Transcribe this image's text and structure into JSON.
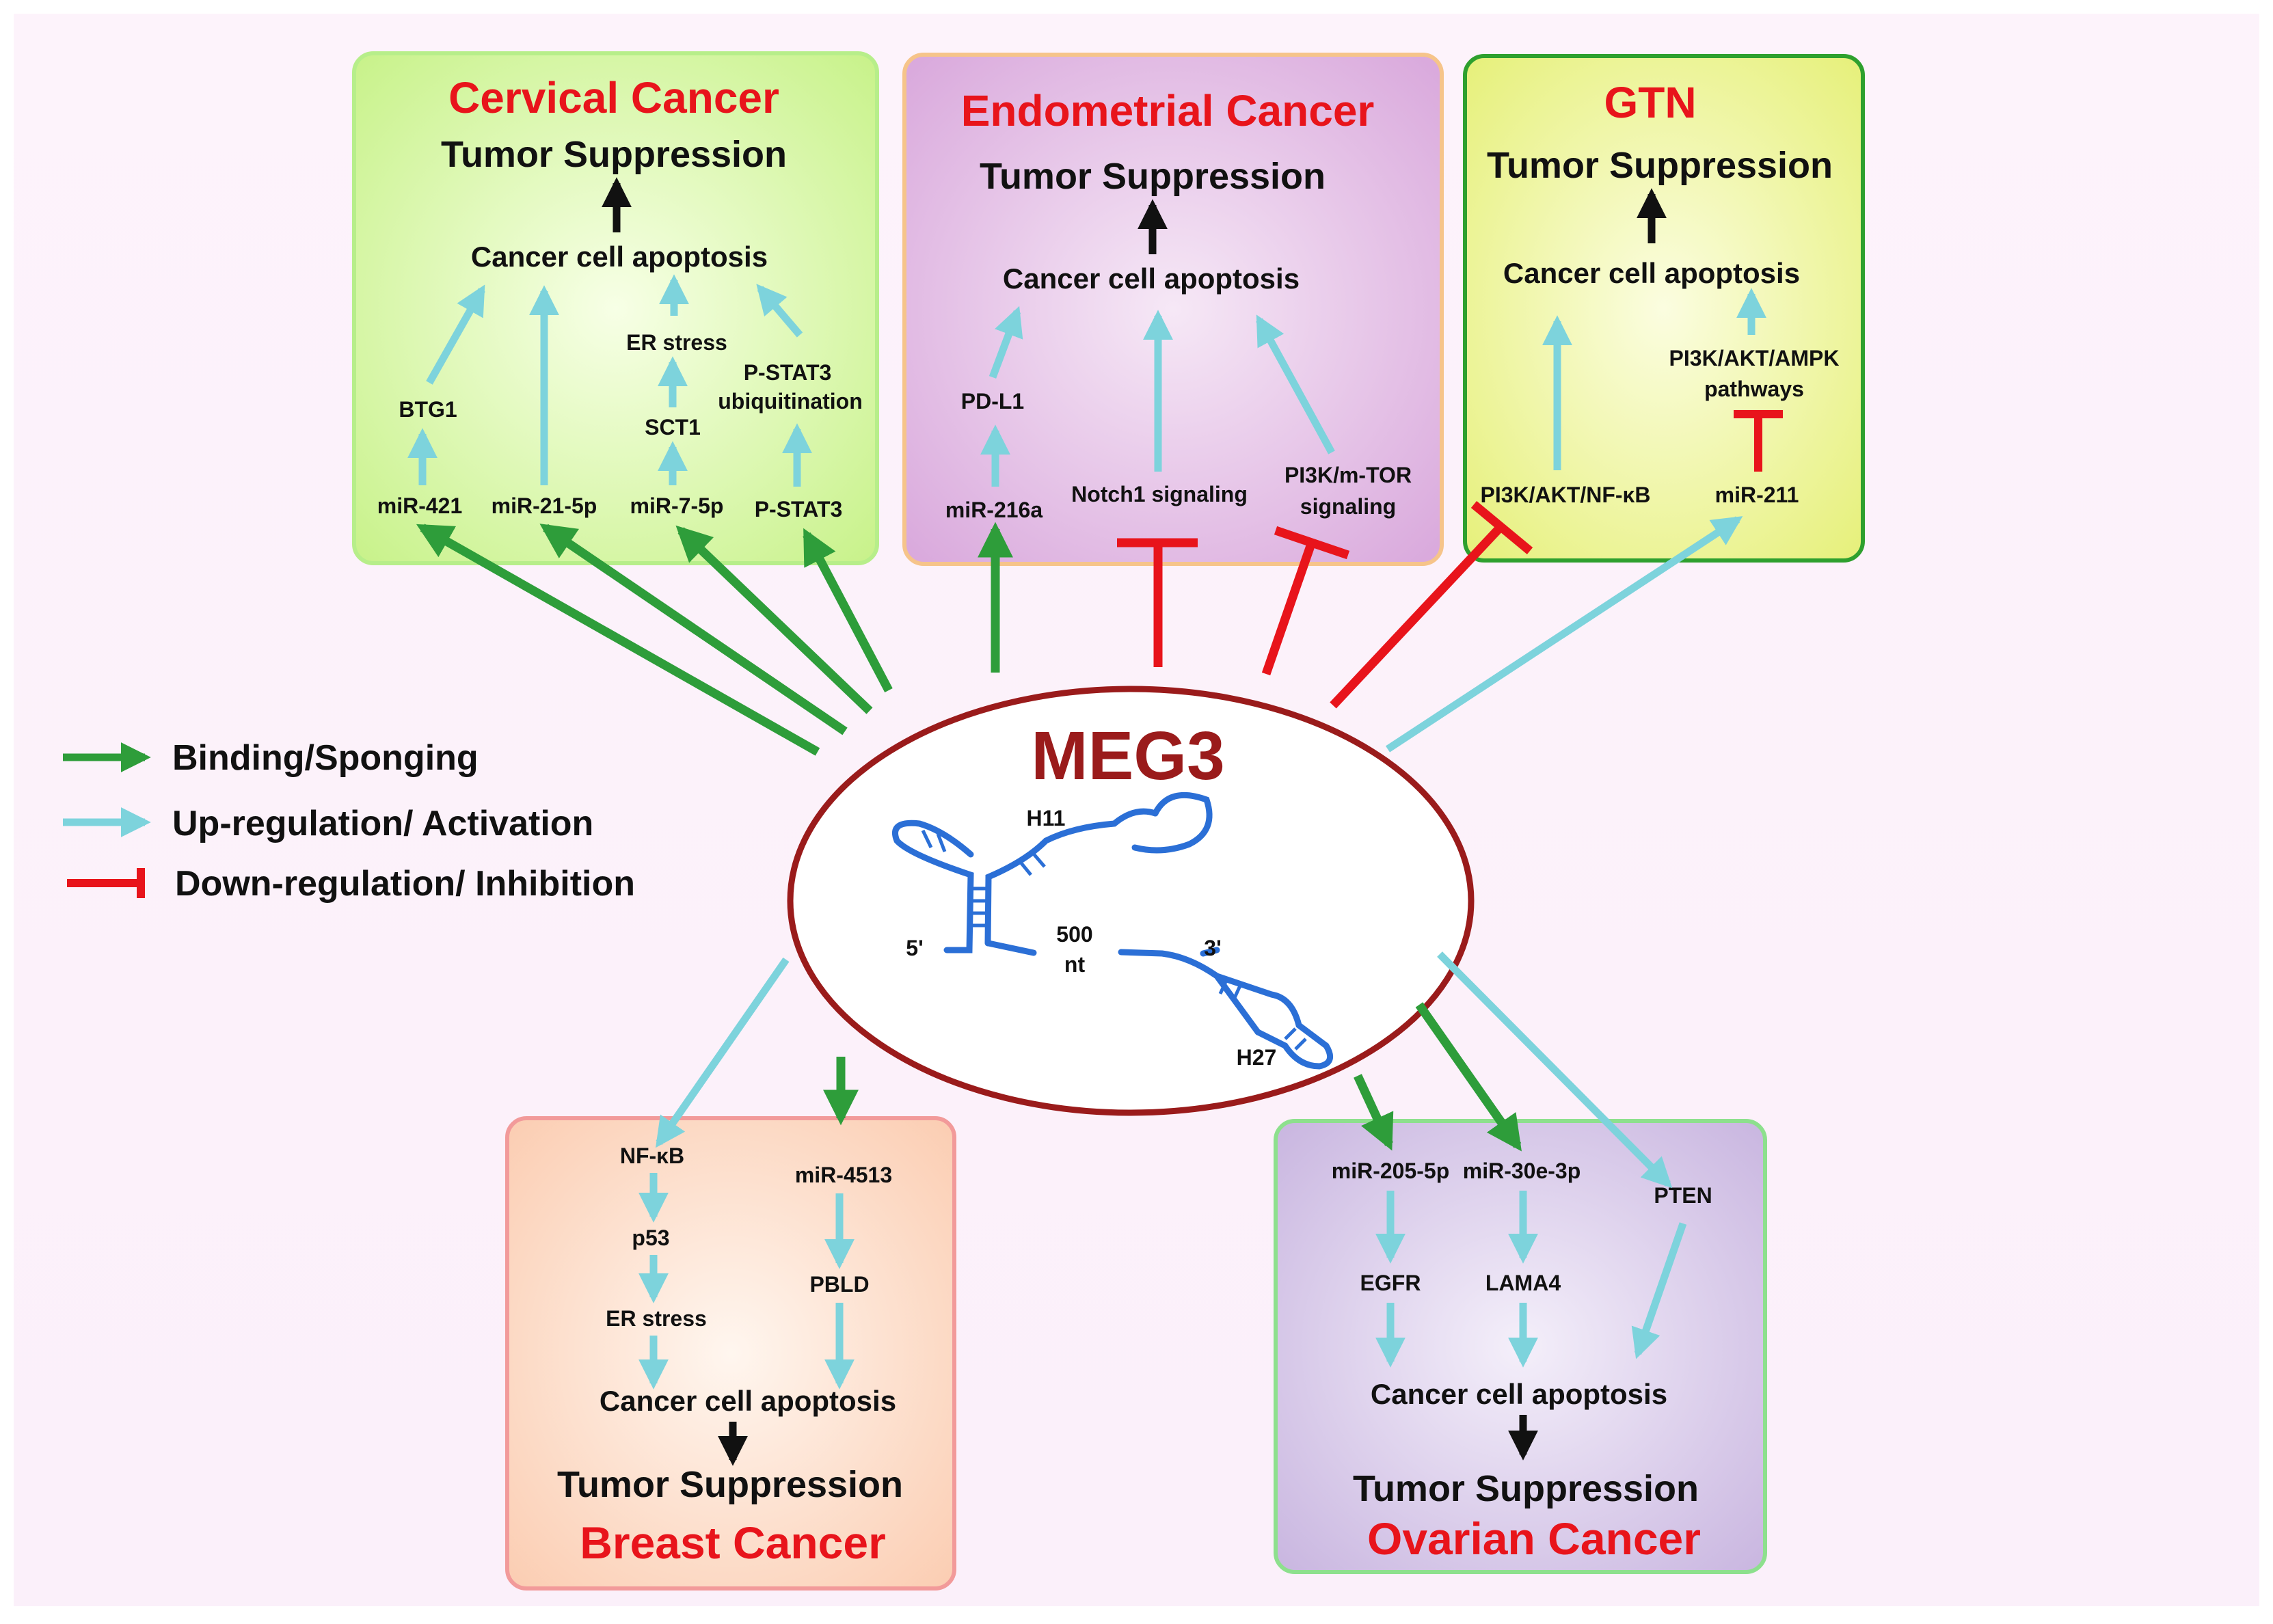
{
  "center": {
    "title": "MEG3",
    "labels": {
      "h11": "H11",
      "h27": "H27",
      "five_prime": "5'",
      "three_prime": "3'",
      "nt_a": "500",
      "nt_b": "nt"
    }
  },
  "legend": {
    "binding": "Binding/Sponging",
    "up": "Up-regulation/ Activation",
    "down": "Down-regulation/ Inhibition",
    "colors": {
      "binding": "#2e9d3a",
      "up": "#7dd3dc",
      "down": "#e8141b"
    }
  },
  "cervical": {
    "title": "Cervical Cancer",
    "outcome": "Tumor Suppression",
    "apoptosis": "Cancer cell apoptosis",
    "btg1": "BTG1",
    "er_stress": "ER stress",
    "pstat3_ubiq_a": "P-STAT3",
    "pstat3_ubiq_b": "ubiquitination",
    "sct1": "SCT1",
    "mir421": "miR-421",
    "mir21": "miR-21-5p",
    "mir7": "miR-7-5p",
    "pstat3": "P-STAT3"
  },
  "endometrial": {
    "title": "Endometrial Cancer",
    "outcome": "Tumor Suppression",
    "apoptosis": "Cancer cell apoptosis",
    "pdl1": "PD-L1",
    "mir216a": "miR-216a",
    "notch1": "Notch1 signaling",
    "pi3k_a": "PI3K/m-TOR",
    "pi3k_b": "signaling"
  },
  "gtn": {
    "title": "GTN",
    "outcome": "Tumor Suppression",
    "apoptosis": "Cancer cell apoptosis",
    "pathways_a": "PI3K/AKT/AMPK",
    "pathways_b": "pathways",
    "nfkb": "PI3K/AKT/NF-κB",
    "mir211": "miR-211"
  },
  "breast": {
    "title": "Breast Cancer",
    "outcome": "Tumor Suppression",
    "apoptosis": "Cancer cell apoptosis",
    "nfkb": "NF-κB",
    "p53": "p53",
    "er_stress": "ER stress",
    "mir4513": "miR-4513",
    "pbld": "PBLD"
  },
  "ovarian": {
    "title": "Ovarian Cancer",
    "outcome": "Tumor Suppression",
    "apoptosis": "Cancer cell apoptosis",
    "mir205": "miR-205-5p",
    "mir30e": "miR-30e-3p",
    "pten": "PTEN",
    "egfr": "EGFR",
    "lama4": "LAMA4"
  }
}
